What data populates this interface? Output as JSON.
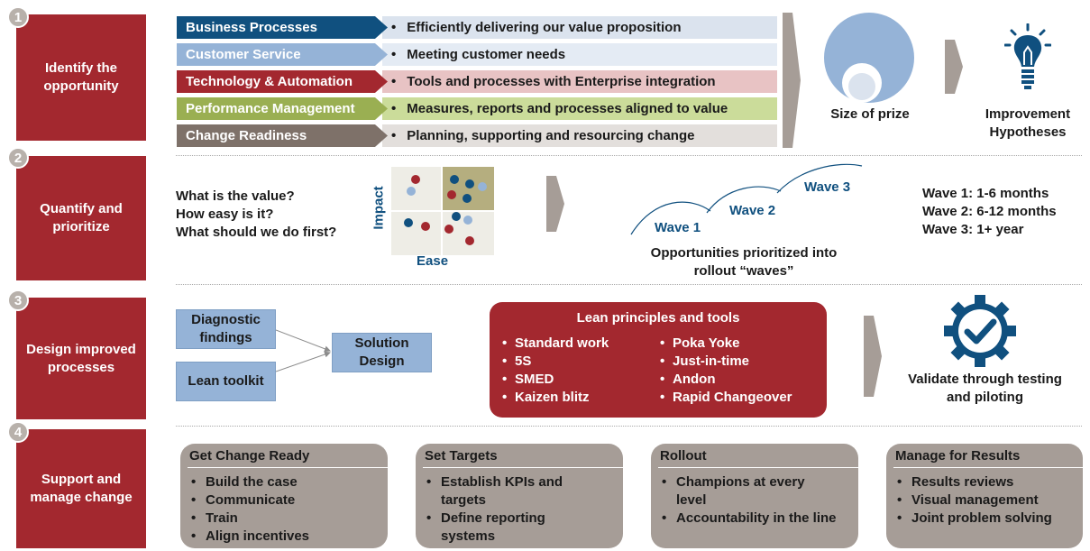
{
  "steps": [
    {
      "num": "1",
      "label": "Identify the opportunity"
    },
    {
      "num": "2",
      "label": "Quantify and prioritize"
    },
    {
      "num": "3",
      "label": "Design improved processes"
    },
    {
      "num": "4",
      "label": "Support and manage change"
    }
  ],
  "categories": [
    {
      "label": "Business Processes",
      "desc": "Efficiently delivering our value proposition",
      "label_color": "#10507f",
      "desc_color": "#dbe3ee"
    },
    {
      "label": "Customer Service",
      "desc": "Meeting customer needs",
      "label_color": "#95b3d7",
      "desc_color": "#e4ebf4"
    },
    {
      "label": "Technology & Automation",
      "desc": "Tools and processes with Enterprise integration",
      "label_color": "#a3282f",
      "desc_color": "#e8c3c4"
    },
    {
      "label": "Performance Management",
      "desc": "Measures, reports and processes aligned to value",
      "label_color": "#9aaf52",
      "desc_color": "#cbdc9a"
    },
    {
      "label": "Change Readiness",
      "desc": "Planning, supporting and resourcing change",
      "label_color": "#7e7169",
      "desc_color": "#e3dfdc"
    }
  ],
  "row1": {
    "size_label": "Size of prize",
    "hypotheses_label": "Improvement Hypotheses",
    "icons": {
      "prize": "size-of-prize-circles-icon",
      "hypotheses": "lightbulb-icon"
    }
  },
  "row2": {
    "questions": [
      "What is the value?",
      "How easy is it?",
      "What should we do first?"
    ],
    "matrix": {
      "y_label": "Impact",
      "x_label": "Ease"
    },
    "waves": [
      "Wave 1",
      "Wave 2",
      "Wave 3"
    ],
    "waves_caption": "Opportunities prioritized into rollout “waves”",
    "timeline": [
      "Wave 1: 1-6 months",
      "Wave 2: 6-12 months",
      "Wave 3: 1+ year"
    ]
  },
  "row3": {
    "diagnostic": "Diagnostic findings",
    "lean_toolkit": "Lean toolkit",
    "solution": "Solution Design",
    "lean_title": "Lean principles and tools",
    "lean_left": [
      "Standard work",
      "5S",
      "SMED",
      "Kaizen blitz"
    ],
    "lean_right": [
      "Poka Yoke",
      "Just-in-time",
      "Andon",
      "Rapid Changeover"
    ],
    "validate": "Validate through testing and piloting",
    "icons": {
      "validate": "gear-check-icon"
    }
  },
  "row4": {
    "cards": [
      {
        "title": "Get Change Ready",
        "items": [
          "Build the case",
          "Communicate",
          "Train",
          "Align incentives"
        ]
      },
      {
        "title": "Set Targets",
        "items": [
          "Establish KPIs and targets",
          "Define reporting systems"
        ]
      },
      {
        "title": "Rollout",
        "items": [
          "Champions at every level",
          "Accountability in the line"
        ]
      },
      {
        "title": "Manage for Results",
        "items": [
          "Results reviews",
          "Visual management",
          "Joint problem solving"
        ]
      }
    ]
  },
  "colors": {
    "accent_red": "#a3282f",
    "navy": "#10507f",
    "light_blue": "#95b3d7",
    "taupe": "#a69d97",
    "number_circle": "#b8b1ab"
  }
}
